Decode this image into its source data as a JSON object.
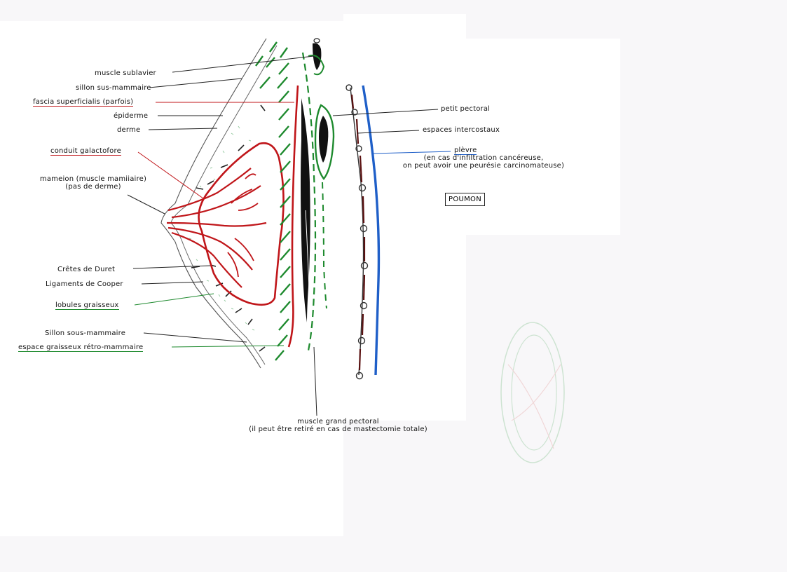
{
  "colors": {
    "red": "#c0161a",
    "green": "#1e8a2e",
    "blue": "#1f5fc8",
    "black": "#111111",
    "paper": "#ffffff",
    "background": "#f8f7f9"
  },
  "labels": {
    "subclavius": "muscle sublavier",
    "supramammary_groove": "sillon sus-mammaire",
    "superficial_fascia": "fascia superficialis (parfois)",
    "epidermis": "épiderme",
    "dermis": "derme",
    "lactiferous_duct": "conduit galactofore",
    "nipple_line1": "mameion (muscle mamiiaire)",
    "nipple_line2": "(pas de derme)",
    "duret_crests": "Crêtes de Duret",
    "cooper_ligaments": "Ligaments de Cooper",
    "fat_lobules": "lobules graisseux",
    "inframammary_groove": "Sillon sous-mammaire",
    "retromammary_fat": "espace graisseux rétro-mammaire",
    "pectoralis_minor": "petit pectoral",
    "intercostal_spaces": "espaces intercostaux",
    "pleura": "plèvre",
    "pleura_note_line1": "(en cas d'infiltration cancéreuse,",
    "pleura_note_line2": "on peut avoir une peurésie carcinomateuse)",
    "lung": "POUMON",
    "pectoralis_major_line1": "muscle grand pectoral",
    "pectoralis_major_line2": "(il peut être retiré en cas de mastectomie totale)"
  }
}
